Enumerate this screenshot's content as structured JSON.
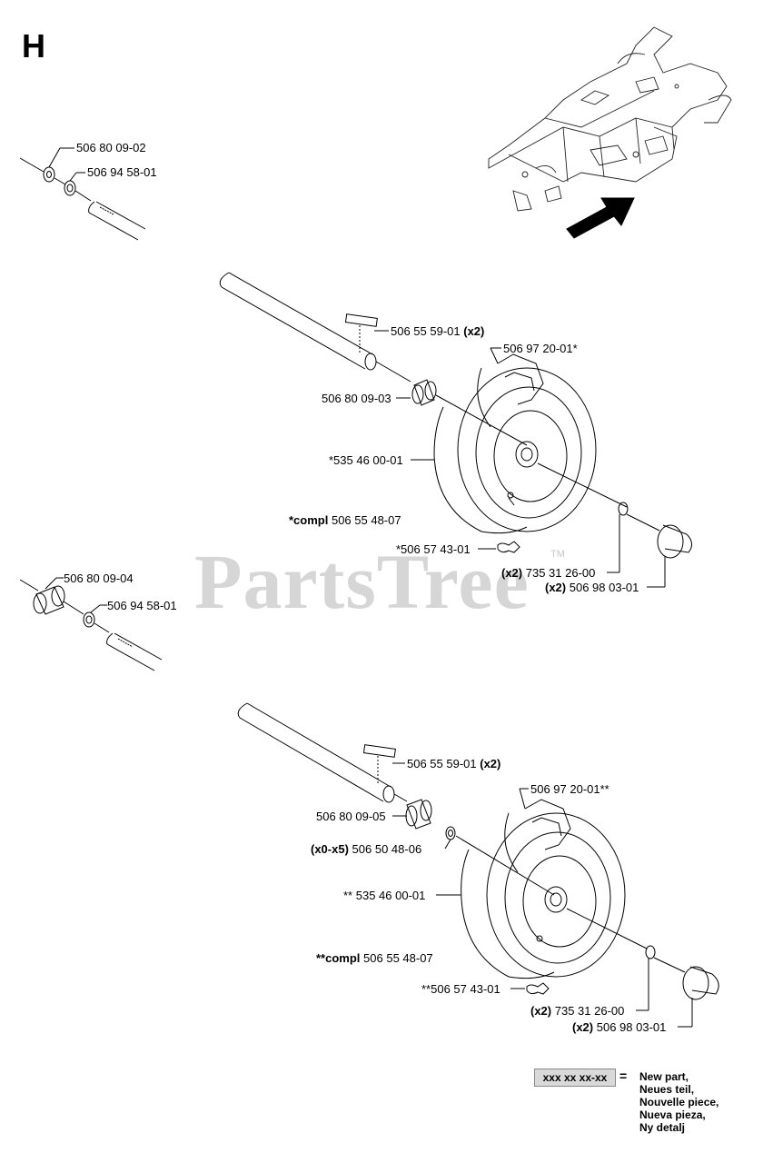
{
  "section_letter": "H",
  "watermark": "PartsTree",
  "watermark_tm": "TM",
  "labels": {
    "a1": "506 80 09-02",
    "a2": "506 94 58-01",
    "b_pin": "506 55 59-01",
    "b_pin_qty": "(x2)",
    "b_tire": "506 97 20-01*",
    "b_bushing": "506 80 09-03",
    "b_wheel": "*535 46 00-01",
    "b_compl_prefix": "*compl",
    "b_compl": "506 55 48-07",
    "b_valve": "*506 57 43-01",
    "b_clip_qty": "(x2)",
    "b_clip": "735 31 26-00",
    "b_cap_qty": "(x2)",
    "b_cap": "506 98 03-01",
    "c1": "506 80 09-04",
    "c2": "506 94 58-01",
    "d_pin": "506 55 59-01",
    "d_pin_qty": "(x2)",
    "d_tire": "506 97 20-01**",
    "d_bushing": "506 80 09-05",
    "d_washer_qty": "(x0-x5)",
    "d_washer": "506 50 48-06",
    "d_wheel": "** 535 46 00-01",
    "d_compl_prefix": "**compl",
    "d_compl": "506 55 48-07",
    "d_valve": "**506 57 43-01",
    "d_clip_qty": "(x2)",
    "d_clip": "735 31 26-00",
    "d_cap_qty": "(x2)",
    "d_cap": "506 98 03-01"
  },
  "legend": {
    "code": "xxx xx xx-xx",
    "eq": "=",
    "lines": [
      "New part,",
      "Neues teil,",
      "Nouvelle piece,",
      "Nueva pieza,",
      "Ny detalj"
    ]
  }
}
